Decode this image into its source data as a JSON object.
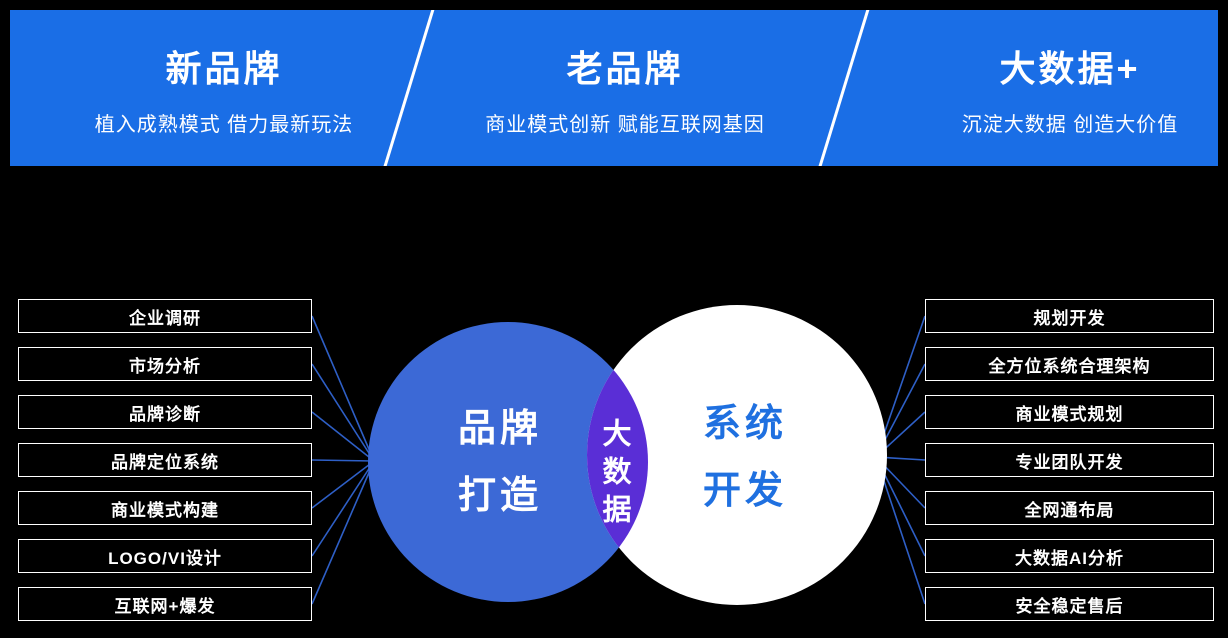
{
  "colors": {
    "banner_bg": "#1a6ee6",
    "page_bg": "#000000",
    "left_circle": "#3c69d6",
    "right_circle": "#ffffff",
    "intersection": "#5a2ed6",
    "connector_line": "#2e5fc6",
    "right_circle_text": "#1f70e0"
  },
  "banner": {
    "sections": [
      {
        "title": "新品牌",
        "subtitle": "植入成熟模式 借力最新玩法"
      },
      {
        "title": "老品牌",
        "subtitle": "商业模式创新 赋能互联网基因"
      },
      {
        "title": "大数据+",
        "subtitle": "沉淀大数据 创造大价值"
      }
    ]
  },
  "venn": {
    "left": {
      "line1": "品牌",
      "line2": "打造"
    },
    "middle": {
      "label": "大数据"
    },
    "right": {
      "line1": "系统",
      "line2": "开发"
    }
  },
  "left_items": [
    "企业调研",
    "市场分析",
    "品牌诊断",
    "品牌定位系统",
    "商业模式构建",
    "LOGO/VI设计",
    "互联网+爆发"
  ],
  "right_items": [
    "规划开发",
    "全方位系统合理架构",
    "商业模式规划",
    "专业团队开发",
    "全网通布局",
    "大数据AI分析",
    "安全稳定售后"
  ]
}
